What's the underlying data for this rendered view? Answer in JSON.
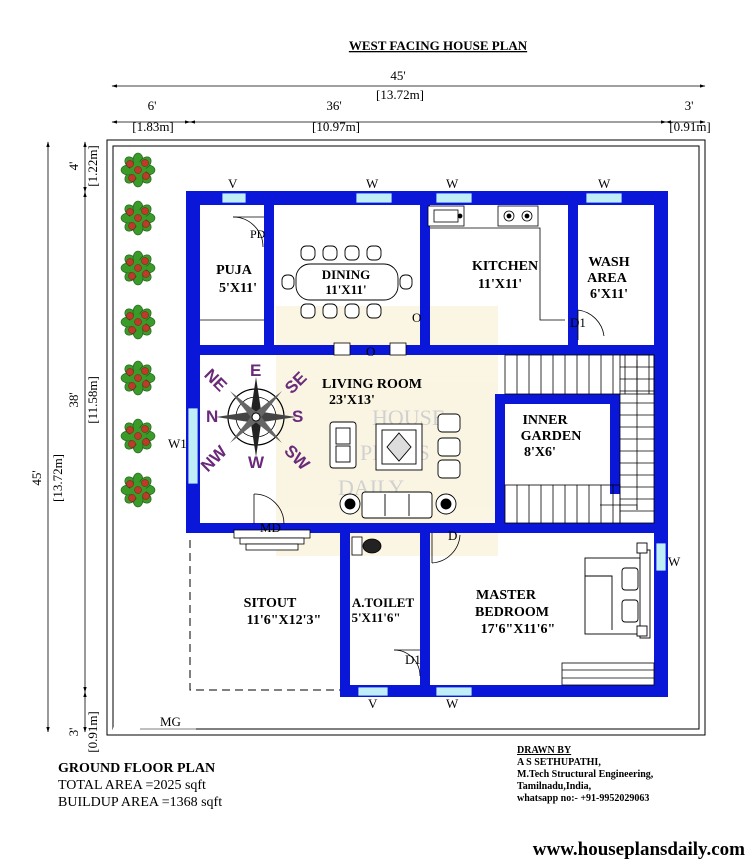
{
  "title": "WEST FACING HOUSE PLAN",
  "dimensions": {
    "overall_ft": "45'",
    "overall_m": "[13.72m]",
    "top_left_ft": "6'",
    "top_left_m": "[1.83m]",
    "top_mid_ft": "36'",
    "top_mid_m": "[10.97m]",
    "top_right_ft": "3'",
    "top_right_m": "[0.91m]",
    "left_overall_ft": "45'",
    "left_overall_m": "[13.72m]",
    "left_top_ft": "4'",
    "left_top_m": "[1.22m]",
    "left_mid_ft": "38'",
    "left_mid_m": "[11.58m]",
    "left_bottom_ft": "3'",
    "left_bottom_m": "[0.91m]"
  },
  "rooms": {
    "puja": {
      "name": "PUJA",
      "size": "5'X11'"
    },
    "dining": {
      "name": "DINING",
      "size": "11'X11'"
    },
    "kitchen": {
      "name": "KITCHEN",
      "size": "11'X11'"
    },
    "wash": {
      "name": "WASH",
      "name2": "AREA",
      "size": "6'X11'"
    },
    "living": {
      "name": "LIVING ROOM",
      "size": "23'X13'"
    },
    "garden": {
      "name": "INNER",
      "name2": "GARDEN",
      "size": "8'X6'"
    },
    "sitout": {
      "name": "SITOUT",
      "size": "11'6\"X12'3\""
    },
    "toilet": {
      "name": "A.TOILET",
      "size": "5'X11'6\""
    },
    "master": {
      "name": "MASTER",
      "name2": "BEDROOM",
      "size": "17'6\"X11'6\""
    }
  },
  "markers": {
    "v": "V",
    "w": "W",
    "w1": "W1",
    "pd": "PD",
    "d1": "D1",
    "o": "O",
    "md": "MD",
    "d": "D",
    "mg": "MG"
  },
  "compass": {
    "n": "N",
    "ne": "NE",
    "e": "E",
    "se": "SE",
    "s": "S",
    "sw": "SW",
    "w": "W",
    "nw": "NW"
  },
  "watermark": [
    "HOUSE",
    "PLANS",
    "DAILY"
  ],
  "footer": {
    "plan_name": "GROUND FLOOR PLAN",
    "total_area": "TOTAL AREA =2025 sqft",
    "buildup_area": "BUILDUP AREA =1368 sqft",
    "drawn_by": "DRAWN BY",
    "author": "A S SETHUPATHI,",
    "qualification": "M.Tech Structural Engineering,",
    "location": "Tamilnadu,India,",
    "contact": "whatsapp no:- +91-9952029063",
    "website": "www.houseplansdaily.com"
  },
  "colors": {
    "wall": "#0a17d9",
    "window": "#7fd6e8",
    "compass": "#6a2a7a",
    "shrub_leaf": "#3a9a2a",
    "shrub_flower": "#c0392b"
  }
}
